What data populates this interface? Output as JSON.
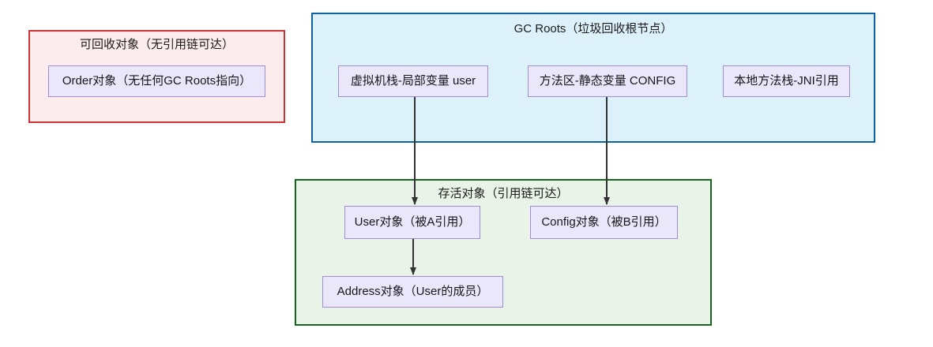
{
  "diagram": {
    "clusters": [
      {
        "id": "garbage",
        "title": "可回收对象（无引用链可达）",
        "fill": "#fdeced",
        "stroke": "#cf3232"
      },
      {
        "id": "gc_roots",
        "title": "GC Roots（垃圾回收根节点）",
        "fill": "#ddf1fb",
        "stroke": "#0c62a4"
      },
      {
        "id": "alive",
        "title": "存活对象（引用链可达）",
        "fill": "#e9f3e8",
        "stroke": "#17641f"
      }
    ],
    "nodes": [
      {
        "id": "order",
        "label": "Order对象（无任何GC Roots指向）"
      },
      {
        "id": "vm_stack",
        "label": "虚拟机栈-局部变量 user"
      },
      {
        "id": "method_area",
        "label": "方法区-静态变量 CONFIG"
      },
      {
        "id": "native_stack",
        "label": "本地方法栈-JNI引用"
      },
      {
        "id": "user_obj",
        "label": "User对象（被A引用）"
      },
      {
        "id": "config_obj",
        "label": "Config对象（被B引用）"
      },
      {
        "id": "address_obj",
        "label": "Address对象（User的成员）"
      }
    ],
    "edges": [
      {
        "from": "vm_stack",
        "to": "user_obj"
      },
      {
        "from": "method_area",
        "to": "config_obj"
      },
      {
        "from": "user_obj",
        "to": "address_obj"
      }
    ],
    "node_fill": "#ebe7fa",
    "node_stroke": "#9f8ddb",
    "edge_color": "#333333"
  }
}
